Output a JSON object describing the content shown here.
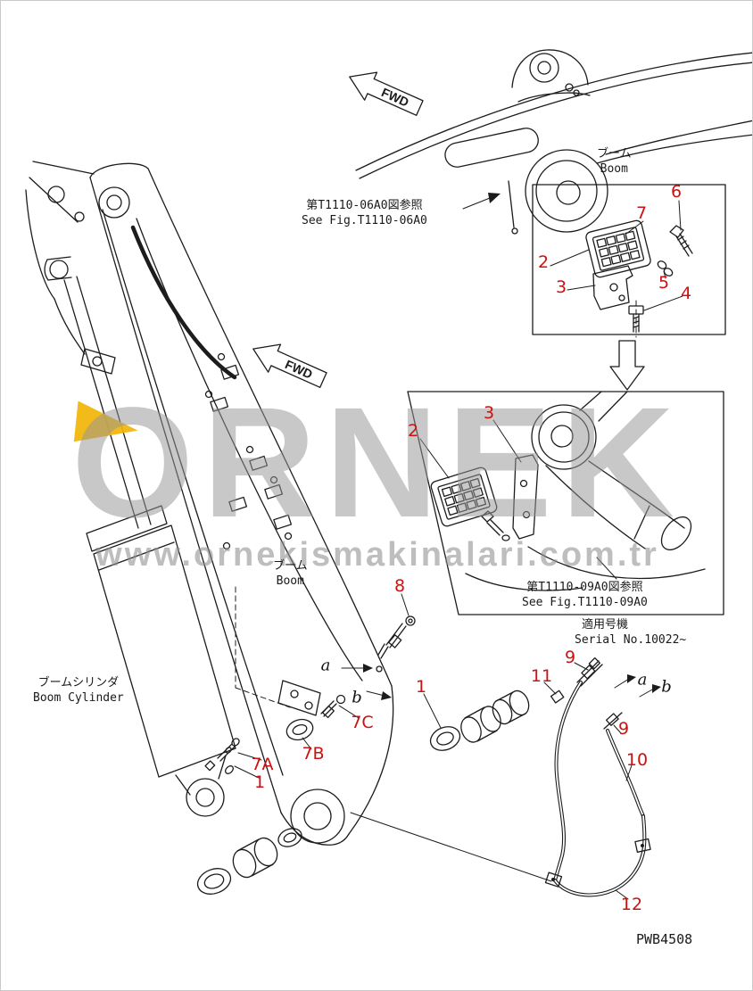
{
  "page": {
    "drawing_code": "PWB4508"
  },
  "watermark": {
    "brand": "ORNEK",
    "url": "www.ornekismakinalari.com.tr"
  },
  "colors": {
    "line": "#1c1c1c",
    "callout_red": "#cc1111",
    "watermark_gray": "#969696",
    "triangle_yellow": "#f2b505",
    "background": "#ffffff"
  },
  "direction_arrows": [
    {
      "label": "FWD"
    },
    {
      "label": "FWD"
    }
  ],
  "references": [
    {
      "jp": "第T1110-06A0図参照",
      "en": "See Fig.T1110-06A0"
    },
    {
      "jp": "第T1110-09A0図参照",
      "en": "See Fig.T1110-09A0"
    }
  ],
  "part_labels": [
    {
      "jp": "ブーム",
      "en": "Boom"
    },
    {
      "jp": "ブーム",
      "en": "Boom"
    },
    {
      "jp": "ブームシリンダ",
      "en": "Boom Cylinder"
    }
  ],
  "applicability": {
    "jp": "適用号機",
    "en": "Serial No.10022~"
  },
  "callouts": [
    {
      "text": "6"
    },
    {
      "text": "7"
    },
    {
      "text": "2"
    },
    {
      "text": "3"
    },
    {
      "text": "5"
    },
    {
      "text": "4"
    },
    {
      "text": "3"
    },
    {
      "text": "2"
    },
    {
      "text": "8"
    },
    {
      "text": "1"
    },
    {
      "text": "11"
    },
    {
      "text": "9"
    },
    {
      "text": "9"
    },
    {
      "text": "7C"
    },
    {
      "text": "7B"
    },
    {
      "text": "10"
    },
    {
      "text": "7A"
    },
    {
      "text": "1"
    },
    {
      "text": "12"
    }
  ],
  "connection_letters": [
    {
      "text": "a"
    },
    {
      "text": "b"
    },
    {
      "text": "a"
    },
    {
      "text": "b"
    }
  ]
}
